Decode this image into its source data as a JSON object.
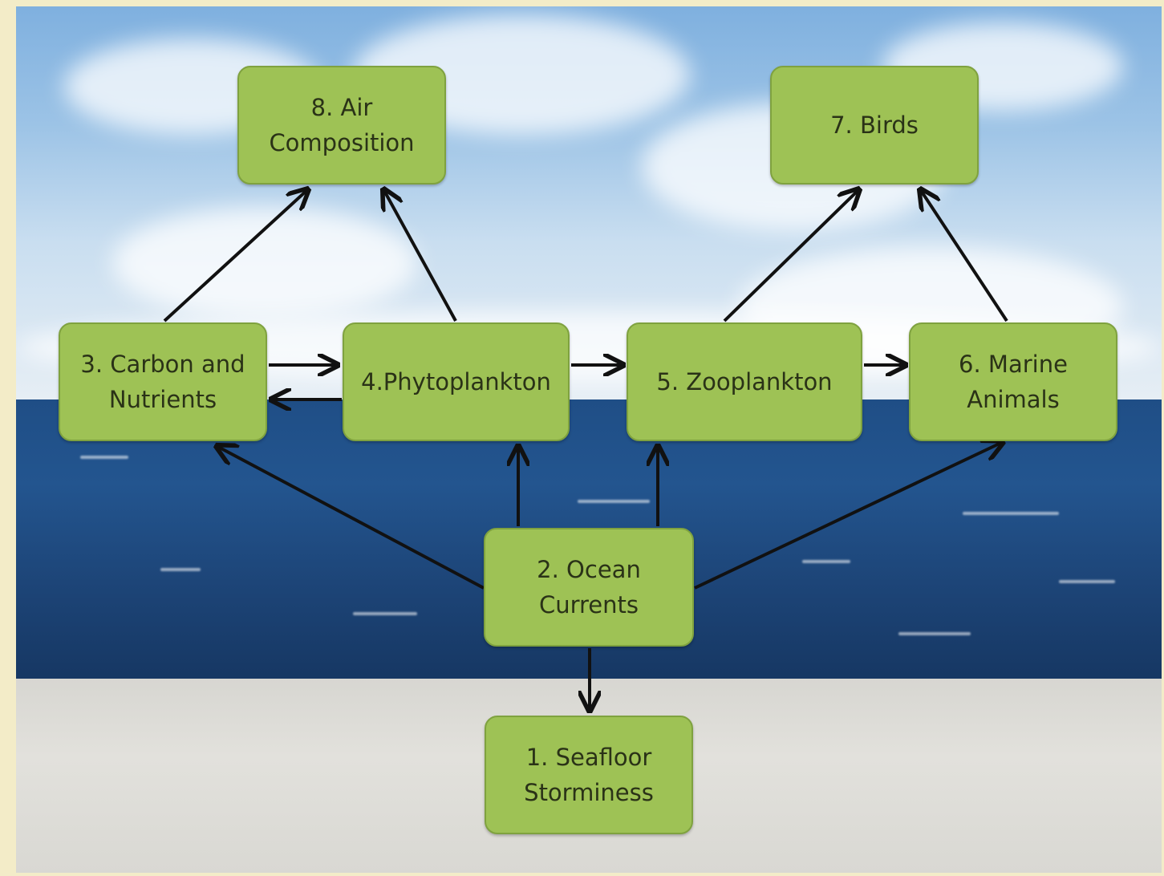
{
  "diagram": {
    "nodes": {
      "air": "8. Air\nComposition",
      "birds": "7. Birds",
      "carbon": "3. Carbon and\nNutrients",
      "phyto": "4.Phytoplankton",
      "zoo": "5. Zooplankton",
      "marine": "6. Marine\nAnimals",
      "ocean": "2. Ocean\nCurrents",
      "seafloor": "1. Seafloor\nStorminess"
    },
    "edges": [
      {
        "from": "carbon",
        "to": "air"
      },
      {
        "from": "phyto",
        "to": "air"
      },
      {
        "from": "zoo",
        "to": "birds"
      },
      {
        "from": "marine",
        "to": "birds"
      },
      {
        "from": "carbon",
        "to": "phyto"
      },
      {
        "from": "phyto",
        "to": "carbon"
      },
      {
        "from": "phyto",
        "to": "zoo"
      },
      {
        "from": "zoo",
        "to": "marine"
      },
      {
        "from": "ocean",
        "to": "carbon"
      },
      {
        "from": "ocean",
        "to": "phyto"
      },
      {
        "from": "ocean",
        "to": "zoo"
      },
      {
        "from": "ocean",
        "to": "marine"
      },
      {
        "from": "ocean",
        "to": "seafloor"
      }
    ],
    "colors": {
      "node_fill": "#9ec255",
      "node_border": "#7fa23f",
      "arrow": "#111111"
    }
  }
}
